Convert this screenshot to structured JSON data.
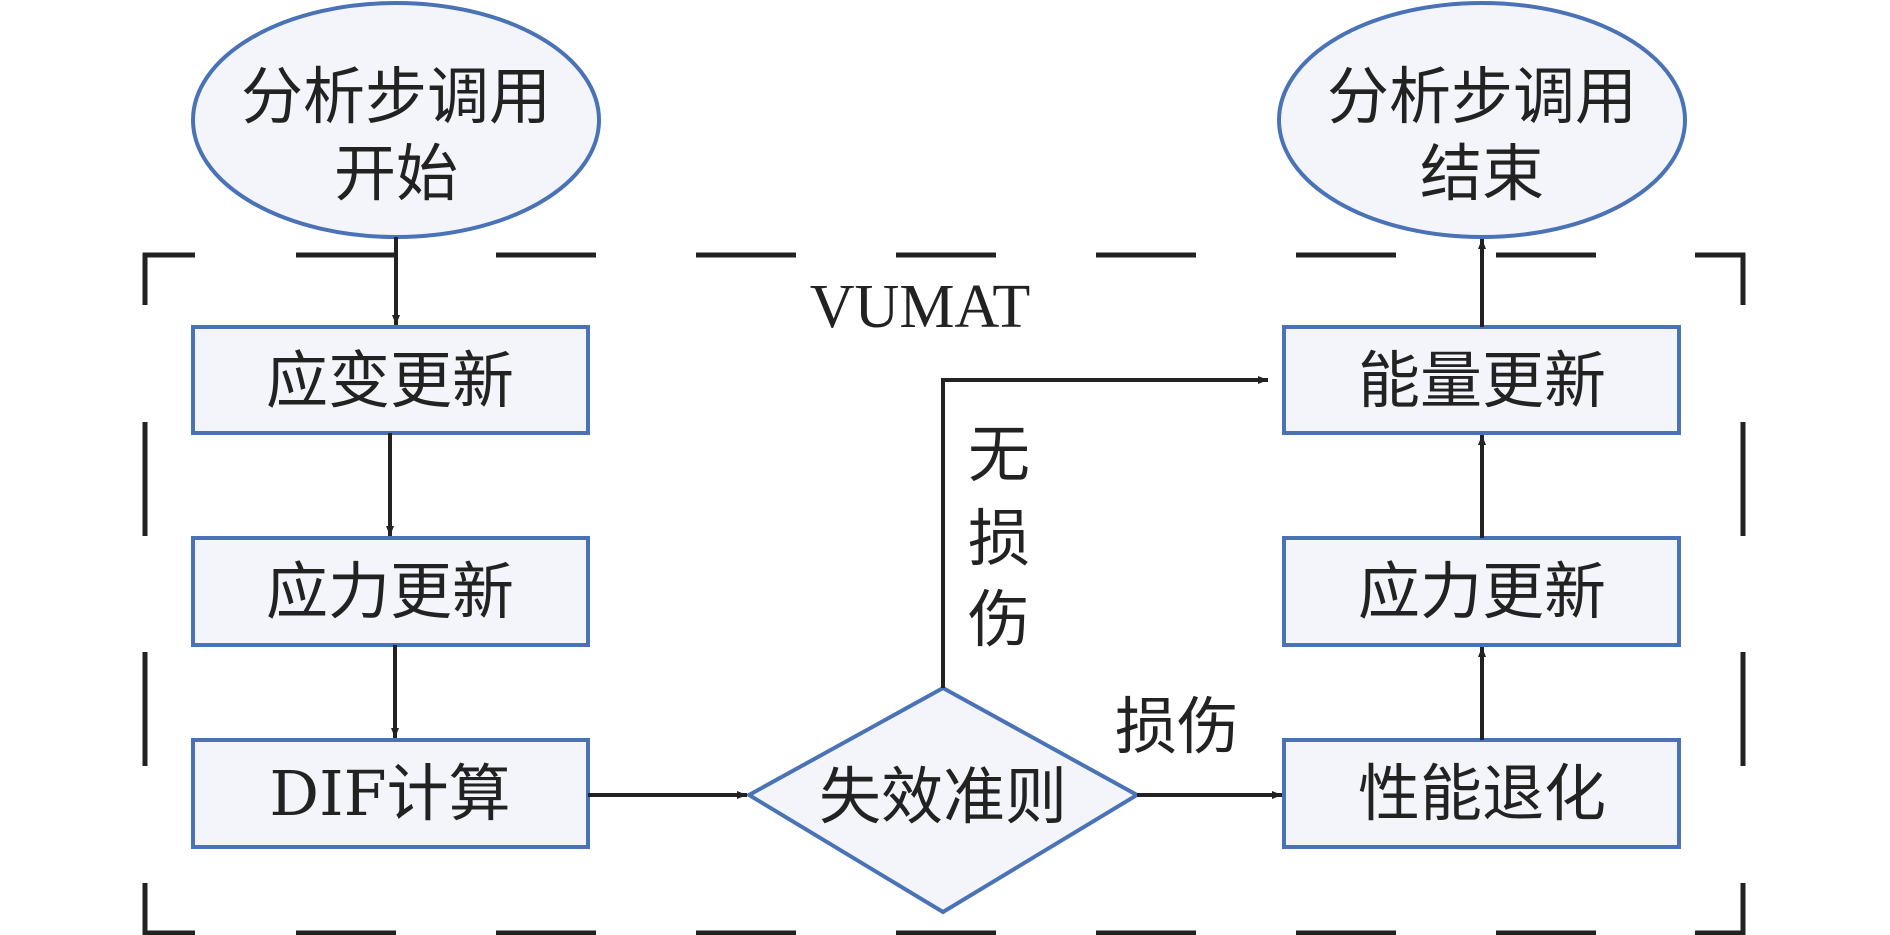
{
  "diagram": {
    "container_label": "VUMAT",
    "colors": {
      "node_fill": "#f3f5fb",
      "node_stroke": "#4a73b7",
      "line": "#222222"
    },
    "start": {
      "line1": "分析步调用",
      "line2": "开始"
    },
    "end": {
      "line1": "分析步调用",
      "line2": "结束"
    },
    "left_column": [
      {
        "label": "应变更新"
      },
      {
        "label": "应力更新"
      },
      {
        "label": "DIF计算"
      }
    ],
    "decision": {
      "label": "失效准则"
    },
    "right_column": [
      {
        "label": "能量更新"
      },
      {
        "label": "应力更新"
      },
      {
        "label": "性能退化"
      }
    ],
    "edge_labels": {
      "no_damage": [
        "无",
        "损",
        "伤"
      ],
      "damage": "损伤"
    }
  }
}
